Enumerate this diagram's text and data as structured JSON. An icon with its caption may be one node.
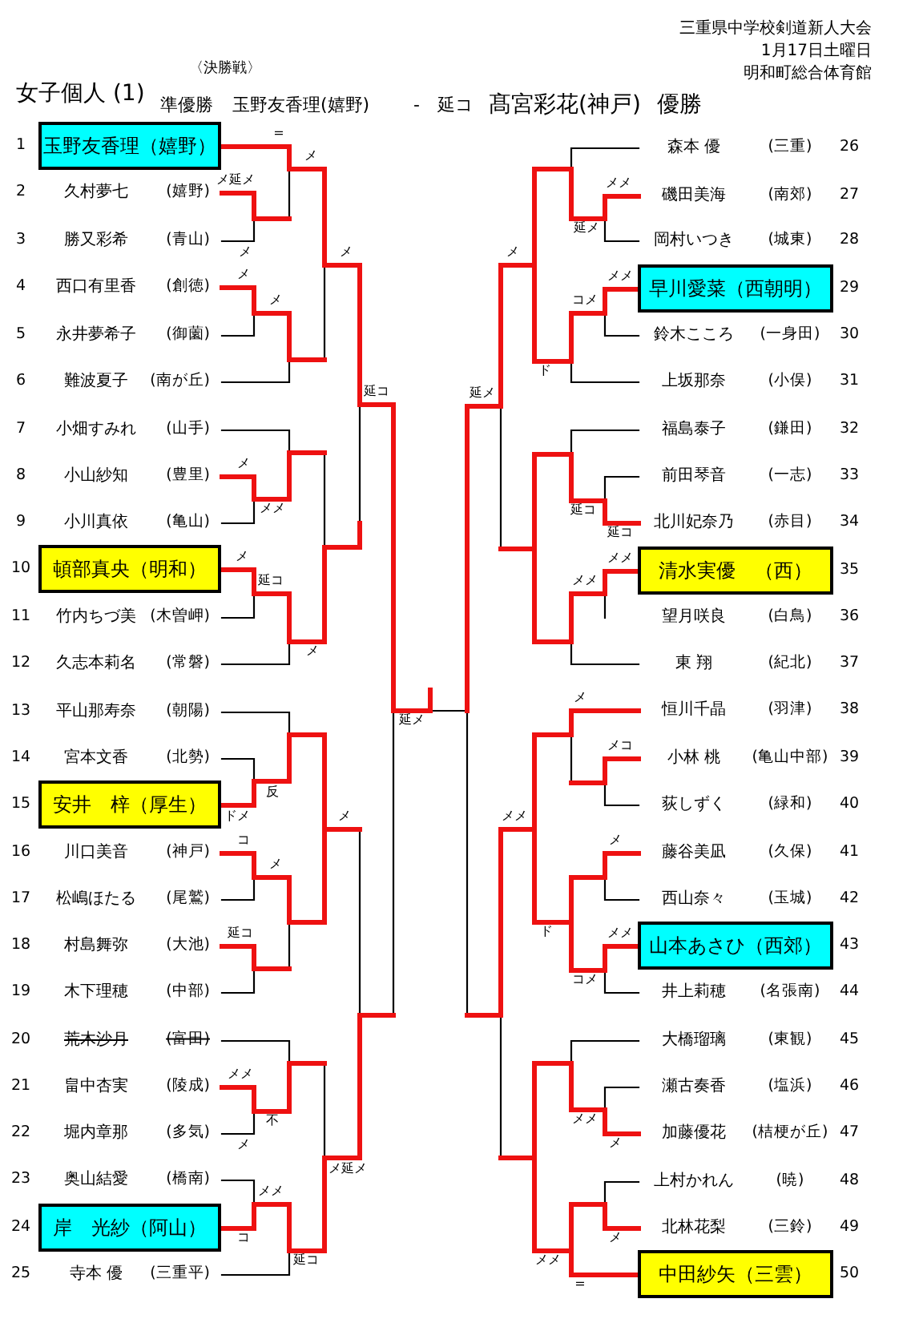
{
  "diagram": {
    "title": "女子個人 (1)",
    "nodes": [
      {
        "text": [
          "玉野友香理（嬉野）"
        ],
        "beside": [
          "1"
        ]
      },
      {
        "text": [
          "頓部真央（明和）"
        ],
        "beside": [
          "10"
        ]
      },
      {
        "text": [
          "安井　梓（厚生）"
        ],
        "beside": [
          "15"
        ]
      },
      {
        "text": [
          "岸　光紗（阿山）"
        ],
        "beside": [
          "24"
        ]
      },
      {
        "text": [
          "早川愛菜（西朝明）"
        ],
        "beside": [
          "29"
        ]
      },
      {
        "text": [
          "清水実優　（西）"
        ],
        "beside": [
          "35"
        ]
      },
      {
        "text": [
          "山本あさひ（西郊）"
        ],
        "beside": [
          "43"
        ]
      },
      {
        "text": [
          "中田紗矢（三雲）"
        ],
        "beside": [
          "50"
        ]
      }
    ],
    "labels": [
      "三重県中学校剣道新人大会",
      "1月17日土曜日",
      "〈決勝戦〉",
      "明和町総合体育館",
      "準優勝",
      "玉野友香理(嬉野)",
      "-",
      "延コ",
      "髙宮彩花(神戸)",
      "優勝",
      "2",
      "久村夢七",
      "(嬉野)",
      "3",
      "勝又彩希",
      "(青山)",
      "4",
      "西口有里香",
      "(創徳)",
      "5",
      "永井夢希子",
      "(御薗)",
      "6",
      "難波夏子",
      "(南が丘)",
      "7",
      "小畑すみれ",
      "(山手)",
      "8",
      "小山紗知",
      "(豊里)",
      "9",
      "小川真依",
      "(亀山)",
      "11",
      "竹内ちづ美",
      "(木曽岬)",
      "12",
      "久志本莉名",
      "(常磐)",
      "13",
      "平山那寿奈",
      "(朝陽)",
      "14",
      "宮本文香",
      "(北勢)",
      "16",
      "川口美音",
      "(神戸)",
      "17",
      "松嶋ほたる",
      "(尾鷲)",
      "18",
      "村島舞弥",
      "(大池)",
      "19",
      "木下理穂",
      "(中部)",
      "20",
      "荒木沙月",
      "(富田)",
      "21",
      "畠中杏実",
      "(陵成)",
      "22",
      "堀内章那",
      "(多気)",
      "23",
      "奥山結愛",
      "(橋南)",
      "25",
      "寺本 優",
      "(三重平)",
      "森本 優",
      "(三重)",
      "26",
      "磯田美海",
      "(南郊)",
      "27",
      "岡村いつき",
      "(城東)",
      "28",
      "鈴木こころ",
      "(一身田)",
      "30",
      "上坂那奈",
      "(小俣)",
      "31",
      "福島泰子",
      "(鎌田)",
      "32",
      "前田琴音",
      "(一志)",
      "33",
      "北川妃奈乃",
      "(赤目)",
      "34",
      "望月咲良",
      "(白鳥)",
      "36",
      "東 翔",
      "(紀北)",
      "37",
      "恒川千晶",
      "(羽津)",
      "38",
      "小林 桃",
      "(亀山中部)",
      "39",
      "荻しずく",
      "(緑和)",
      "40",
      "藤谷美凪",
      "(久保)",
      "41",
      "西山奈々",
      "(玉城)",
      "42",
      "井上莉穂",
      "(名張南)",
      "44",
      "大橋瑠璃",
      "(東観)",
      "45",
      "瀬古奏香",
      "(塩浜)",
      "46",
      "加藤優花",
      "(桔梗が丘)",
      "47",
      "上村かれん",
      "(暁)",
      "48",
      "北林花梨",
      "(三鈴)",
      "49",
      "=",
      "メ",
      "メ延メ",
      "メ",
      "メ",
      "メ",
      "メ",
      "延コ",
      "メ",
      "メメ",
      "メ",
      "延コ",
      "メ",
      "反",
      "ドメ",
      "メ",
      "コ",
      "メ",
      "延コ",
      "メメ",
      "不",
      "メ",
      "メ延メ",
      "メメ",
      "コ",
      "延コ",
      "延メ",
      "メメ",
      "延メ",
      "メ",
      "メメ",
      "コメ",
      "ド",
      "延メ",
      "延コ",
      "延コ",
      "メメ",
      "メメ",
      "メ",
      "メコ",
      "メメ",
      "メ",
      "ド",
      "メメ",
      "コメ",
      "メメ",
      "メ",
      "メ",
      "メメ",
      "="
    ]
  }
}
